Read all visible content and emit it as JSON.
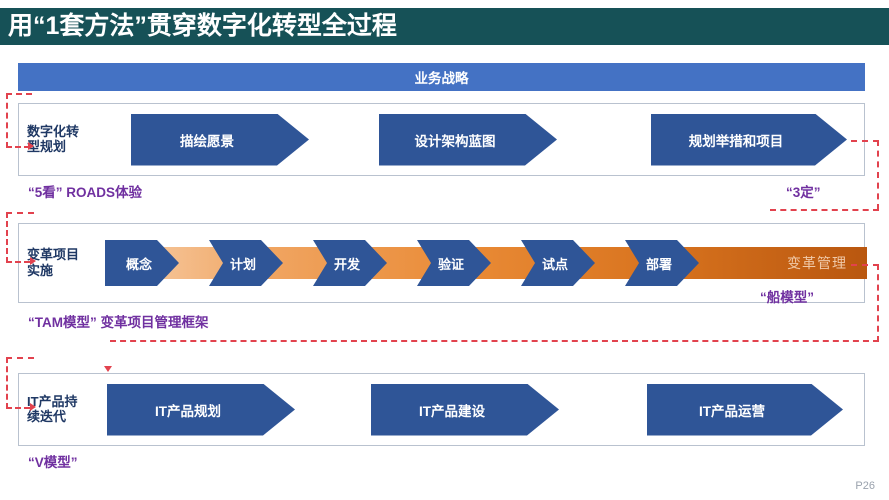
{
  "header": {
    "title": "用“1套方法”贯穿数字化转型全过程",
    "bg_color": "#165157"
  },
  "strategy_bar": {
    "label": "业务战略",
    "color": "#4472C4"
  },
  "sections": [
    {
      "id": "planning",
      "left_label": "数字化转型规划",
      "steps": [
        {
          "label": "描绘愿景"
        },
        {
          "label": "设计架构蓝图"
        },
        {
          "label": "规划举措和项目"
        }
      ],
      "caption_left": "“5看” ROADS体验",
      "caption_right": "“3定”"
    },
    {
      "id": "change",
      "left_label": "变革项目实施",
      "steps": [
        {
          "label": "概念"
        },
        {
          "label": "计划"
        },
        {
          "label": "开发"
        },
        {
          "label": "验证"
        },
        {
          "label": "试点"
        },
        {
          "label": "部署"
        }
      ],
      "rail_end_label": "变革管理",
      "caption_left": "“TAM模型” 变革项目管理框架",
      "caption_right": "“船模型”"
    },
    {
      "id": "it",
      "left_label": "IT产品持续迭代",
      "steps": [
        {
          "label": "IT产品规划"
        },
        {
          "label": "IT产品建设"
        },
        {
          "label": "IT产品运营"
        }
      ],
      "caption_left": "“V模型”",
      "caption_right": ""
    }
  ],
  "footer": {
    "page": "P26"
  },
  "colors": {
    "title_bg": "#165157",
    "strategy_blue": "#4472C4",
    "chevron_blue": "#2F5597",
    "label_navy": "#1F3864",
    "caption_purple": "#7030A0",
    "dashed_red": "#E2424E",
    "orange_light": "#F7D0AC",
    "orange_dark": "#B9570F",
    "panel_border": "#b9c2cf",
    "footer_gray": "#9aa2ad"
  }
}
